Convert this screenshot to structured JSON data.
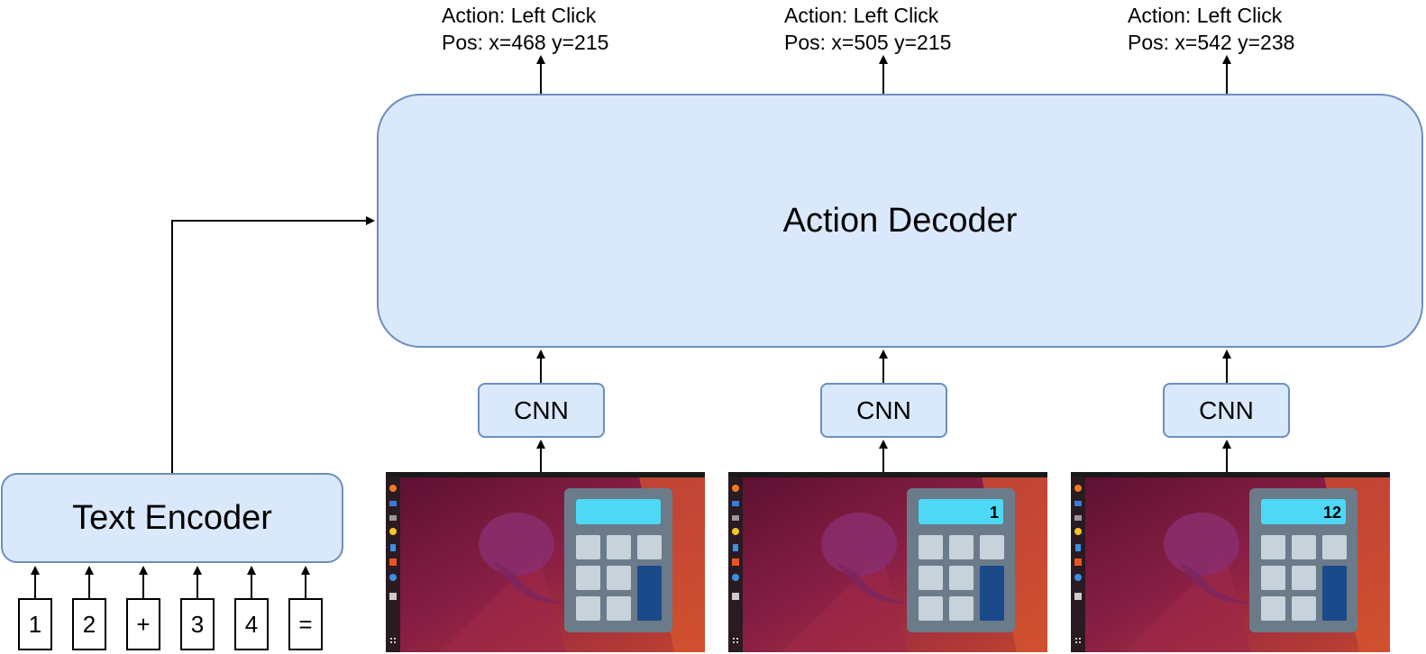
{
  "decoder": {
    "label": "Action Decoder"
  },
  "encoder": {
    "label": "Text Encoder"
  },
  "tokens": [
    "1",
    "2",
    "+",
    "3",
    "4",
    "="
  ],
  "cnn_label": "CNN",
  "steps": [
    {
      "action": "Action: Left Click",
      "pos": "Pos: x=468  y=215",
      "display": ""
    },
    {
      "action": "Action: Left Click",
      "pos": "Pos: x=505  y=215",
      "display": "1"
    },
    {
      "action": "Action: Left Click",
      "pos": "Pos: x=542  y=238",
      "display": "12"
    }
  ],
  "colors": {
    "box_fill": "#dae8fc",
    "box_stroke": "#6c8ebf",
    "desktop_bg": "#7a1f3d",
    "calc_display": "#4dd8f5",
    "calc_equals": "#1a4a8a"
  },
  "icons": [
    "firefox-icon",
    "thunderbird-icon",
    "files-icon",
    "rhythmbox-icon",
    "writer-icon",
    "software-icon",
    "help-icon",
    "trash-icon",
    "apps-grid-icon"
  ]
}
